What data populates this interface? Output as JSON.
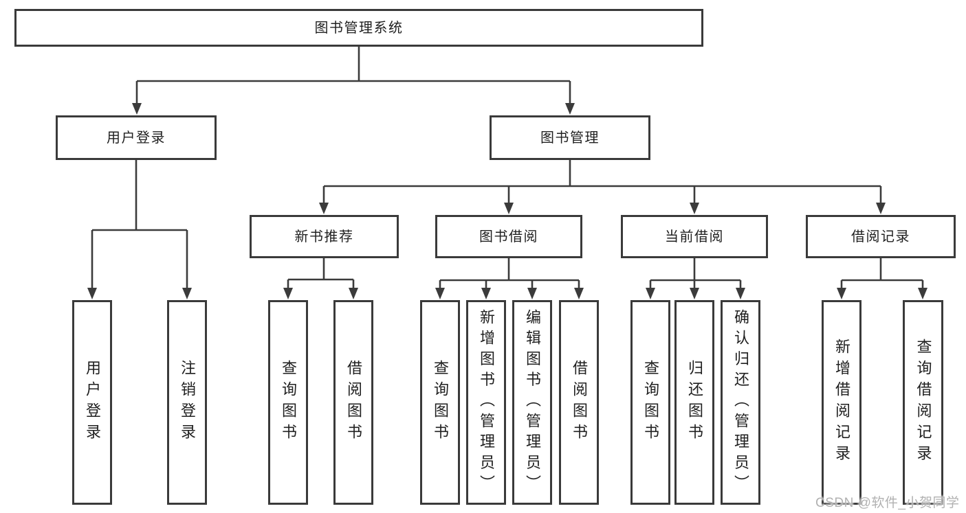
{
  "diagram": {
    "type": "tree",
    "title": "图书管理系统",
    "nodes": {
      "root": {
        "label": "图书管理系统"
      },
      "user_login": {
        "label": "用户登录"
      },
      "book_mgmt": {
        "label": "图书管理"
      },
      "new_book_rec": {
        "label": "新书推荐"
      },
      "book_borrow": {
        "label": "图书借阅"
      },
      "current_borrow": {
        "label": "当前借阅"
      },
      "borrow_record": {
        "label": "借阅记录"
      },
      "leaf_user_login": {
        "label": "用户登录"
      },
      "leaf_logout": {
        "label": "注销登录"
      },
      "leaf_rec_query_book": {
        "label": "查询图书"
      },
      "leaf_rec_borrow_book": {
        "label": "借阅图书"
      },
      "leaf_bor_query_book": {
        "label": "查询图书"
      },
      "leaf_bor_add_book": {
        "label": "新增图书（管理员）"
      },
      "leaf_bor_edit_book": {
        "label": "编辑图书（管理员）"
      },
      "leaf_bor_borrow_book": {
        "label": "借阅图书"
      },
      "leaf_cur_query_book": {
        "label": "查询图书"
      },
      "leaf_cur_return_book": {
        "label": "归还图书"
      },
      "leaf_cur_confirm_return": {
        "label": "确认归还（管理员）"
      },
      "leaf_recd_add_record": {
        "label": "新增借阅记录"
      },
      "leaf_recd_query_record": {
        "label": "查询借阅记录"
      }
    },
    "hierarchy": {
      "图书管理系统": {
        "用户登录": [
          "用户登录",
          "注销登录"
        ],
        "图书管理": {
          "新书推荐": [
            "查询图书",
            "借阅图书"
          ],
          "图书借阅": [
            "查询图书",
            "新增图书（管理员）",
            "编辑图书（管理员）",
            "借阅图书"
          ],
          "当前借阅": [
            "查询图书",
            "归还图书",
            "确认归还（管理员）"
          ],
          "借阅记录": [
            "新增借阅记录",
            "查询借阅记录"
          ]
        }
      }
    }
  },
  "watermark": {
    "text": "CSDN @软件_小贺同学",
    "color": "#b1b1b1"
  },
  "colors": {
    "line": "#3b3b3b",
    "box_border": "#3a3a3a",
    "text": "#1f1f1f",
    "background": "#ffffff"
  }
}
